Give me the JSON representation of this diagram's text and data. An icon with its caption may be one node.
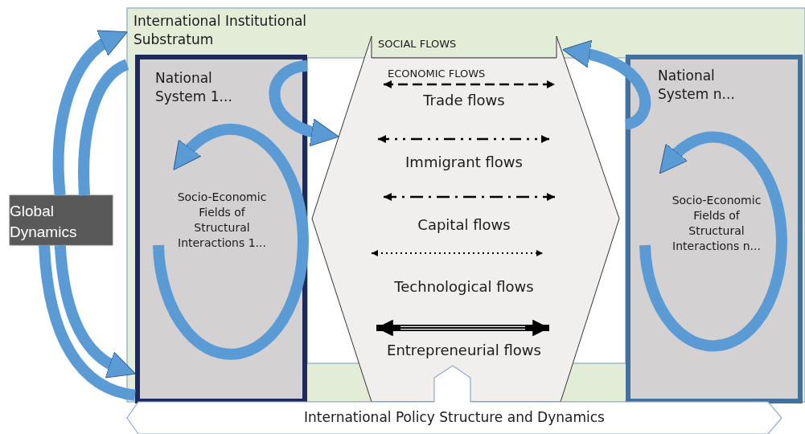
{
  "diagram": {
    "nodes": [
      {
        "text": [
          "International Institutional Substratum"
        ]
      },
      {
        "text": [
          "National System 1...",
          "Socio-Economic Fields of Structural Interactions 1..."
        ],
        "in": 0
      },
      {
        "text": [
          "National System n...",
          "Socio-Economic Fields of Structural Interactions n..."
        ],
        "in": 0
      },
      {
        "text": [
          "SOCIAL FLOWS",
          "ECONOMIC FLOWS",
          "Trade flows",
          "Immigrant flows",
          "Capital flows",
          "Technological flows",
          "Entrepreneurial flows"
        ],
        "in": 0
      },
      {
        "text": [
          "Global Dynamics"
        ]
      },
      {
        "text": [
          "International Policy Structure and Dynamics"
        ]
      }
    ],
    "edges": [
      {
        "from": 4,
        "to": 0,
        "arrow": "to"
      },
      {
        "from": 0,
        "to": 4,
        "arrow": "none"
      },
      {
        "from": 4,
        "to": 1,
        "arrow": "to"
      },
      {
        "from": 1,
        "to": 4,
        "arrow": "none"
      },
      {
        "from": 1,
        "to": 3,
        "arrow": "to"
      },
      {
        "from": 2,
        "to": 3,
        "arrow": "to"
      }
    ]
  }
}
